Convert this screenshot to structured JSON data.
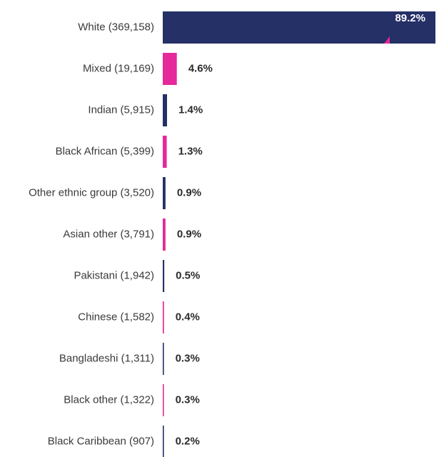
{
  "chart_data": {
    "type": "bar",
    "orientation": "horizontal",
    "categories": [
      "White (369,158)",
      "Mixed (19,169)",
      "Indian (5,915)",
      "Black African (5,399)",
      "Other ethnic group (3,520)",
      "Asian other (3,791)",
      "Pakistani (1,942)",
      "Chinese (1,582)",
      "Bangladeshi (1,311)",
      "Black other (1,322)",
      "Black Caribbean (907)"
    ],
    "values": [
      89.2,
      4.6,
      1.4,
      1.3,
      0.9,
      0.9,
      0.5,
      0.4,
      0.3,
      0.3,
      0.2
    ],
    "value_labels": [
      "89.2%",
      "4.6%",
      "1.4%",
      "1.3%",
      "0.9%",
      "0.9%",
      "0.5%",
      "0.4%",
      "0.3%",
      "0.3%",
      "0.2%"
    ],
    "xlim": [
      0,
      89.2
    ],
    "grid": false,
    "legend": "none",
    "colors": [
      "#253066",
      "#e5289a"
    ]
  }
}
